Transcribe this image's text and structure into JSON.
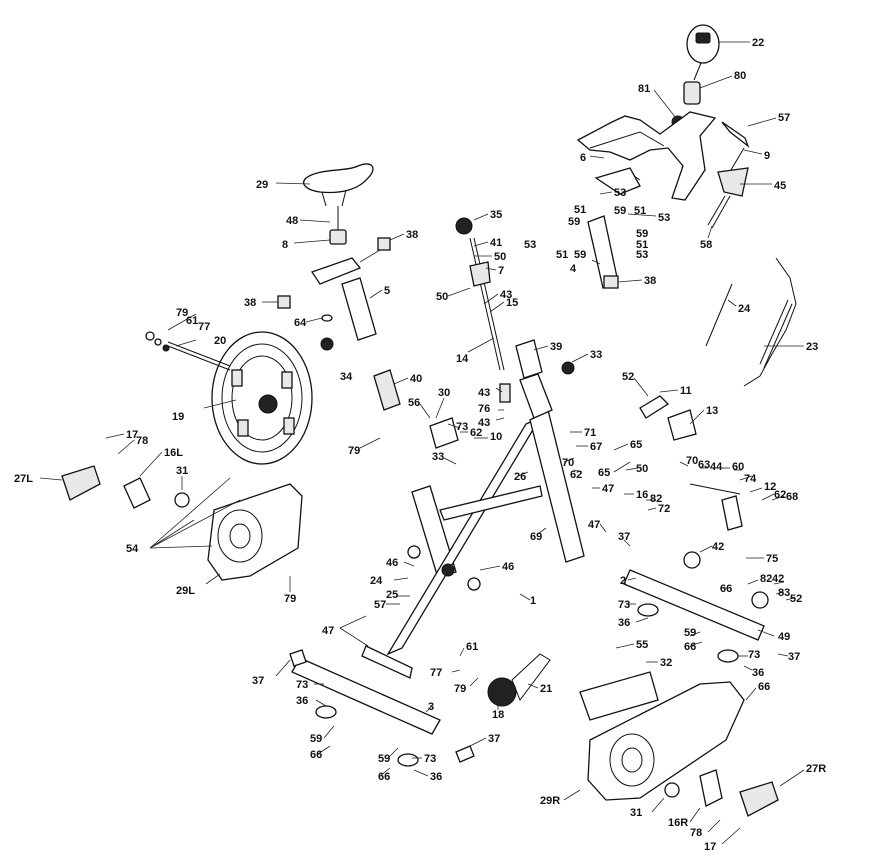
{
  "diagram": {
    "labels": {
      "l22": "22",
      "l80": "80",
      "l81": "81",
      "l57": "57",
      "l6": "6",
      "l9": "9",
      "l45": "45",
      "l58": "58",
      "l53a": "53",
      "l51a": "51",
      "l59a": "59",
      "l53b": "53",
      "l59b": "59",
      "l51b": "51",
      "l53c": "53",
      "l59c": "59",
      "l51c": "51",
      "l59d": "59",
      "l53d": "53",
      "l51d": "51",
      "l59e": "59",
      "l53e": "53",
      "l4": "4",
      "l38a": "38",
      "l29": "29",
      "l48": "48",
      "l8": "8",
      "l38b": "38",
      "l38c": "38",
      "l5": "5",
      "l64": "64",
      "l34": "34",
      "l35": "35",
      "l41": "41",
      "l50a": "50",
      "l7": "7",
      "l50b": "50",
      "l43a": "43",
      "l15": "15",
      "l14": "14",
      "l24a": "24",
      "l23": "23",
      "l79a": "79",
      "l61a": "61",
      "l77a": "77",
      "l20": "20",
      "l19": "19",
      "l40": "40",
      "l39": "39",
      "l33a": "33",
      "l43b": "43",
      "l76": "76",
      "l43c": "43",
      "l10": "10",
      "l62a": "62",
      "l73a": "73",
      "l30": "30",
      "l56": "56",
      "l79b": "79",
      "l33b": "33",
      "l52": "52",
      "l11": "11",
      "l13": "13",
      "l71": "71",
      "l67": "67",
      "l70a": "70",
      "l62b": "62",
      "l65a": "65",
      "l65b": "65",
      "l50c": "50",
      "l26": "26",
      "l47a": "47",
      "l70b": "70",
      "l63": "63",
      "l44": "44",
      "l60": "60",
      "l74": "74",
      "l12": "12",
      "l62c": "62",
      "l68": "68",
      "l17a": "17",
      "l78a": "78",
      "l16L": "16L",
      "l27L": "27L",
      "l31a": "31",
      "l54": "54",
      "l29L": "29L",
      "l79c": "79",
      "l16": "16",
      "l82a": "82",
      "l72": "72",
      "l47b": "47",
      "l69": "69",
      "l37a": "37",
      "l42a": "42",
      "l75": "75",
      "l46a": "46",
      "l46b": "46",
      "l24b": "24",
      "l25": "25",
      "l57b": "57",
      "l1": "1",
      "l2": "2",
      "l66a": "66",
      "l82b": "82",
      "l42b": "42",
      "l83": "83",
      "l52b": "52",
      "l73b": "73",
      "l36a": "36",
      "l59f": "59",
      "l66b": "66",
      "l49": "49",
      "l73c": "73",
      "l36b": "36",
      "l37b": "37",
      "l47c": "47",
      "l61b": "61",
      "l55": "55",
      "l32": "32",
      "l77b": "77",
      "l79d": "79",
      "l21": "21",
      "l18": "18",
      "l66c": "66",
      "l37c": "37",
      "l73d": "73",
      "l36c": "36",
      "l59g": "59",
      "l66d": "66",
      "l3": "3",
      "l37d": "37",
      "l59h": "59",
      "l73e": "73",
      "l66e": "66",
      "l36d": "36",
      "l29R": "29R",
      "l31b": "31",
      "l16R": "16R",
      "l78b": "78",
      "l17b": "17",
      "l27R": "27R"
    }
  }
}
